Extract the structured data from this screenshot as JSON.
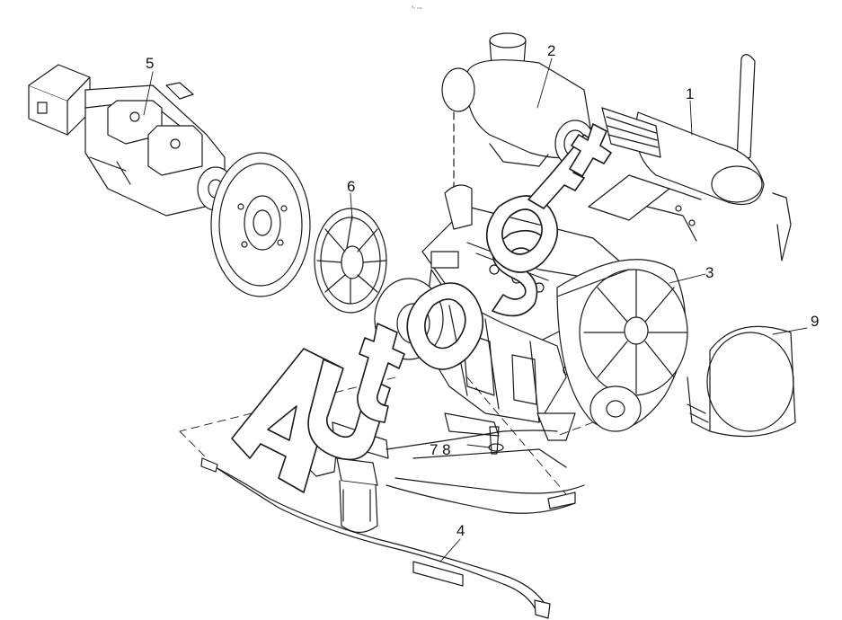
{
  "header": {
    "tiny_text": "ᴿₙ ₘₘ"
  },
  "callouts": {
    "c1": "1",
    "c2": "2",
    "c3": "3",
    "c4": "4",
    "c5": "5",
    "c6": "6",
    "c78": "7 8",
    "c9": "9"
  },
  "watermark": {
    "text": "Autosoft",
    "color": "#ffffff"
  },
  "colors": {
    "line": "#1a1a1a",
    "paper": "#ffffff"
  }
}
